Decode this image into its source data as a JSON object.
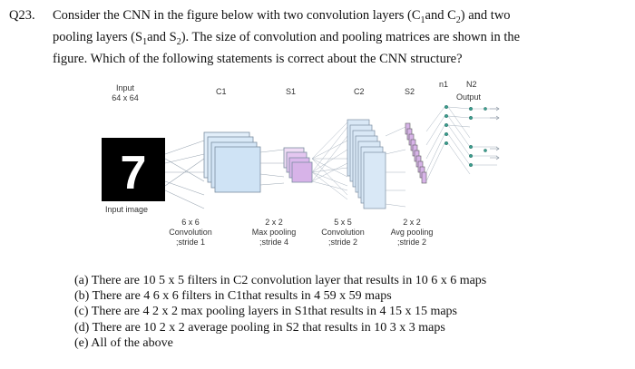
{
  "question": {
    "number": "Q23.",
    "line1_a": "Consider the CNN in the figure below with two convolution layers (C",
    "line1_sub1": "1",
    "line1_b": "and C",
    "line1_sub2": "2",
    "line1_c": ") and two",
    "line2_a": "pooling layers (S",
    "line2_sub1": "1",
    "line2_b": "and S",
    "line2_sub2": "2",
    "line2_c": "). The size of convolution and pooling matrices are shown in the",
    "line3": "figure. Which of the following statements is correct about the CNN structure?"
  },
  "figure": {
    "input_label_1": "Input",
    "input_label_2": "64 x 64",
    "c1": "C1",
    "s1": "S1",
    "c2": "C2",
    "s2": "S2",
    "n1": "n1",
    "n2": "N2",
    "output": "Output",
    "digit": "7",
    "input_image": "Input image",
    "op1": [
      "6 x 6",
      "Convolution",
      ";stride 1"
    ],
    "op2": [
      "2 x 2",
      "Max pooling",
      ";stride 4"
    ],
    "op3": [
      "5 x 5",
      "Convolution",
      ";stride 2"
    ],
    "op4": [
      "2 x 2",
      "Avg pooling",
      ";stride 2"
    ],
    "colors": {
      "c1_fill": "#cfe3f5",
      "s1_fill": "#d7b3e8",
      "border": "#7a8da0"
    }
  },
  "options": [
    "(a) There are 10 5 x 5 filters in C2 convolution layer that results in 10 6 x 6 maps",
    "(b) There are 4 6 x 6 filters in C1that results in 4 59 x 59 maps",
    "(c) There are 4 2 x 2 max pooling layers in S1that results in 4 15 x 15 maps",
    "(d) There are 10 2 x 2 average pooling in S2 that results in 10 3 x 3 maps",
    "(e) All of the above"
  ]
}
